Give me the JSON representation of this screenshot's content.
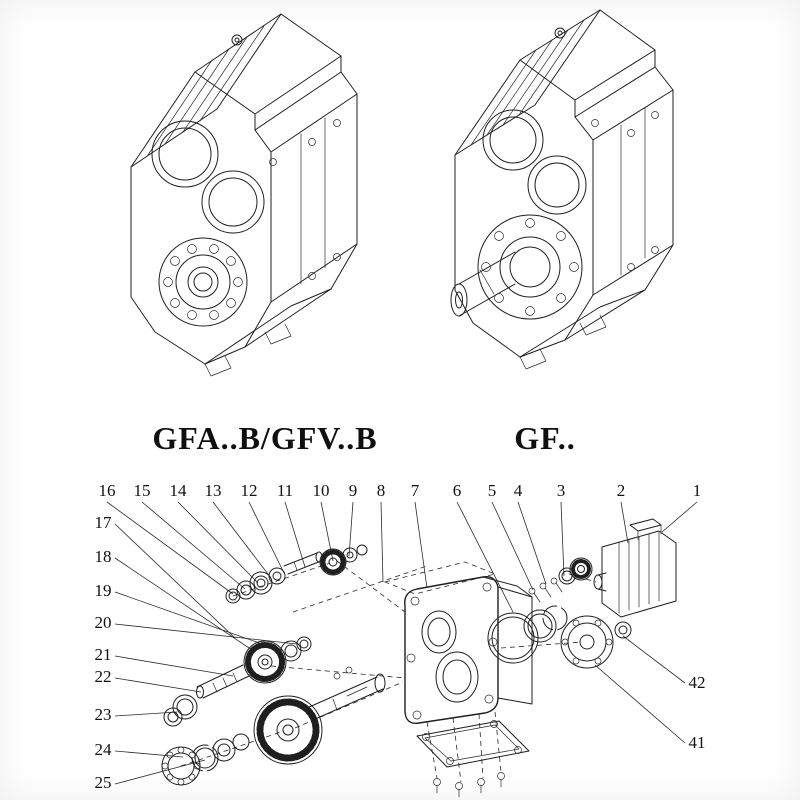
{
  "page": {
    "background": "#ffffff",
    "line_color": "#1f1f1f"
  },
  "captions": {
    "left": "GFA..B/GFV..B",
    "right": "GF.."
  },
  "exploded_view": {
    "callouts_top": [
      "16",
      "15",
      "14",
      "13",
      "12",
      "11",
      "10",
      "9",
      "8",
      "7",
      "6",
      "5",
      "4",
      "3",
      "2",
      "1"
    ],
    "callouts_left": [
      "17",
      "18",
      "19",
      "20",
      "21",
      "22",
      "23",
      "24",
      "25"
    ],
    "callouts_right": [
      "42",
      "41"
    ]
  }
}
